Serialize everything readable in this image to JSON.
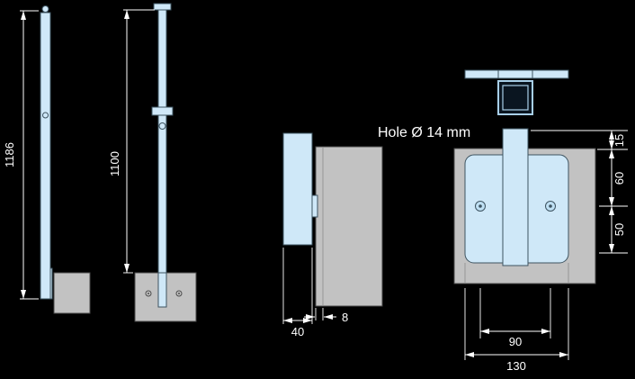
{
  "drawing": {
    "hole_note": "Hole Ø 14 mm"
  },
  "dims": {
    "overall_height": "1186",
    "post_height": "1100",
    "bracket_depth": "40",
    "glass_thickness": "8",
    "post_top_offset": "15",
    "hole_offset_upper": "60",
    "hole_offset_lower": "50",
    "hole_spacing": "90",
    "plate_width": "130"
  },
  "colors": {
    "background": "#000000",
    "part_blue": "#cfe8f8",
    "part_gray": "#c2c2c2",
    "outline_dark": "#3d5360",
    "dimension_white": "#ffffff"
  }
}
